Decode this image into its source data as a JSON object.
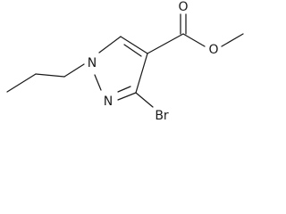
{
  "molecule": {
    "atoms": {
      "n1": "N",
      "n2": "N",
      "br": "Br",
      "o_carbonyl": "O",
      "o_ester": "O"
    }
  },
  "colors": {
    "stroke": "#1a1a1a",
    "background": "#ffffff"
  }
}
